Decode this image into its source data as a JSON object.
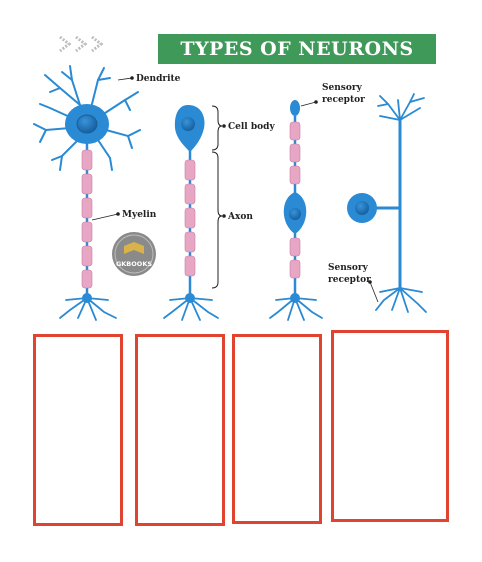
{
  "title": "TYPES OF NEURONS",
  "labels": {
    "dendrite": "Dendrite",
    "myelin": "Myelin",
    "cell_body": "Cell body",
    "axon": "Axon",
    "sensory_receptor_top_line1": "Sensory",
    "sensory_receptor_top_line2": "receptor",
    "sensory_receptor_bottom_line1": "Sensory",
    "sensory_receptor_bottom_line2": "receptor"
  },
  "watermark": "GKBOOKS",
  "colors": {
    "title_banner": "#3f9a5a",
    "neuron_blue": "#2a8ad4",
    "myelin_pink": "#e7a6c4",
    "answer_box_border": "#e0432f"
  },
  "answer_boxes_count": 4
}
